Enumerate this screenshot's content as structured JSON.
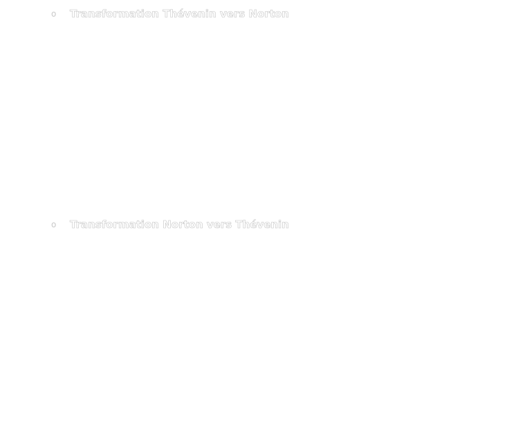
{
  "items": [
    {
      "marker": "o",
      "text": "Transformation Thévenin vers Norton"
    },
    {
      "marker": "o",
      "text": "Transformation Norton vers Thévenin"
    }
  ]
}
